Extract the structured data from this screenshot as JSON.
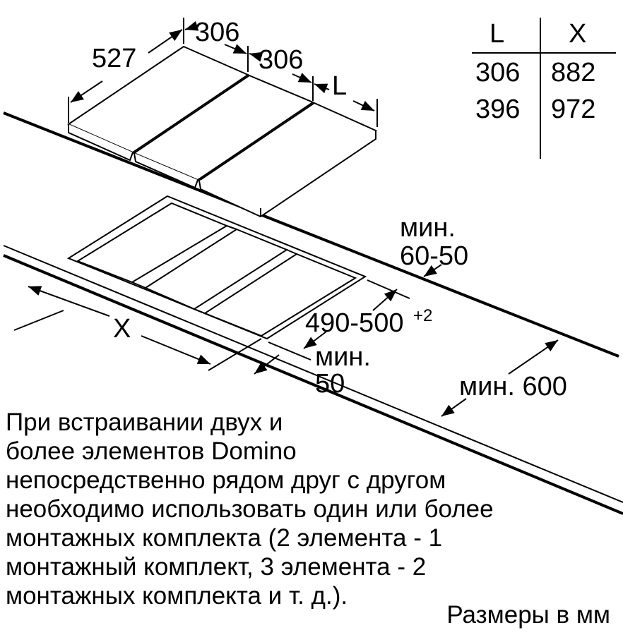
{
  "dimensions": {
    "depth": "527",
    "width_1": "306",
    "width_2": "306",
    "width_3": "L",
    "cutout_width": "X",
    "cutout_depth": "490-500",
    "cutout_depth_tolerance": "+2",
    "min_front_label": "мин.",
    "min_front_value": "50",
    "min_back_label": "мин.",
    "min_back_value": "60-50",
    "min_depth": "мин. 600"
  },
  "table": {
    "headers": [
      "L",
      "X"
    ],
    "rows": [
      [
        "306",
        "882"
      ],
      [
        "396",
        "972"
      ]
    ]
  },
  "note": [
    "При встраивании двух и",
    "более элементов Domino",
    "непосредственно рядом друг с другом",
    "необходимо использовать один или более",
    "монтажных комплекта (2 элемента - 1",
    "монтажный комплект, 3 элемента - 2",
    "монтажных комплекта и т. д.)."
  ],
  "units": "Размеры в мм"
}
